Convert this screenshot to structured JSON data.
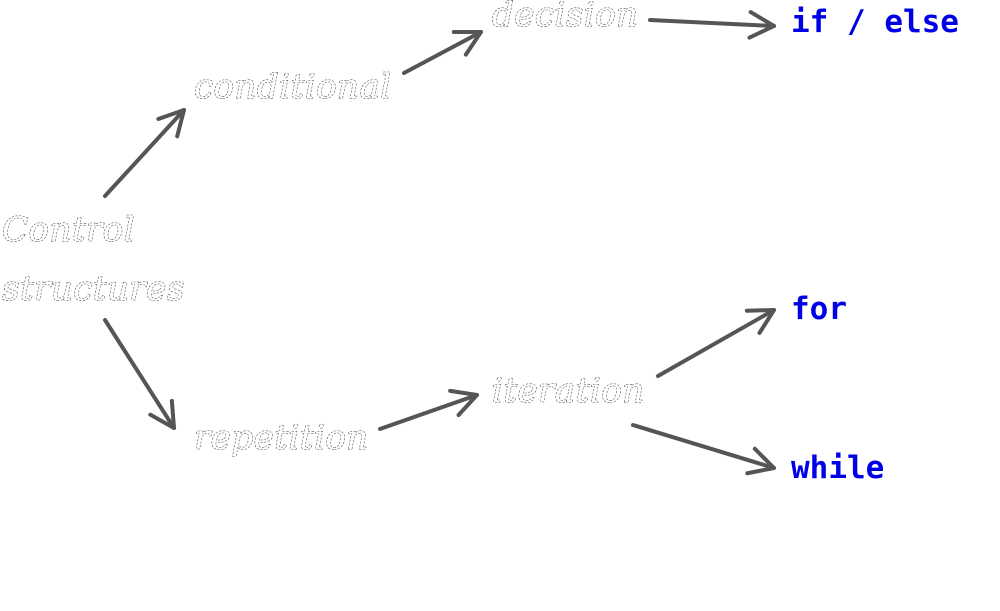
{
  "nodes": {
    "control_line1": "Control",
    "control_line2": "structures",
    "conditional": "conditional",
    "decision": "decision",
    "repetition": "repetition",
    "iteration": "iteration",
    "if_else": "if / else",
    "for": "for",
    "while": "while"
  },
  "colors": {
    "keyword": "#0000e6",
    "arrow": "#555555",
    "handwriting_outline": "#4a4a4a"
  }
}
